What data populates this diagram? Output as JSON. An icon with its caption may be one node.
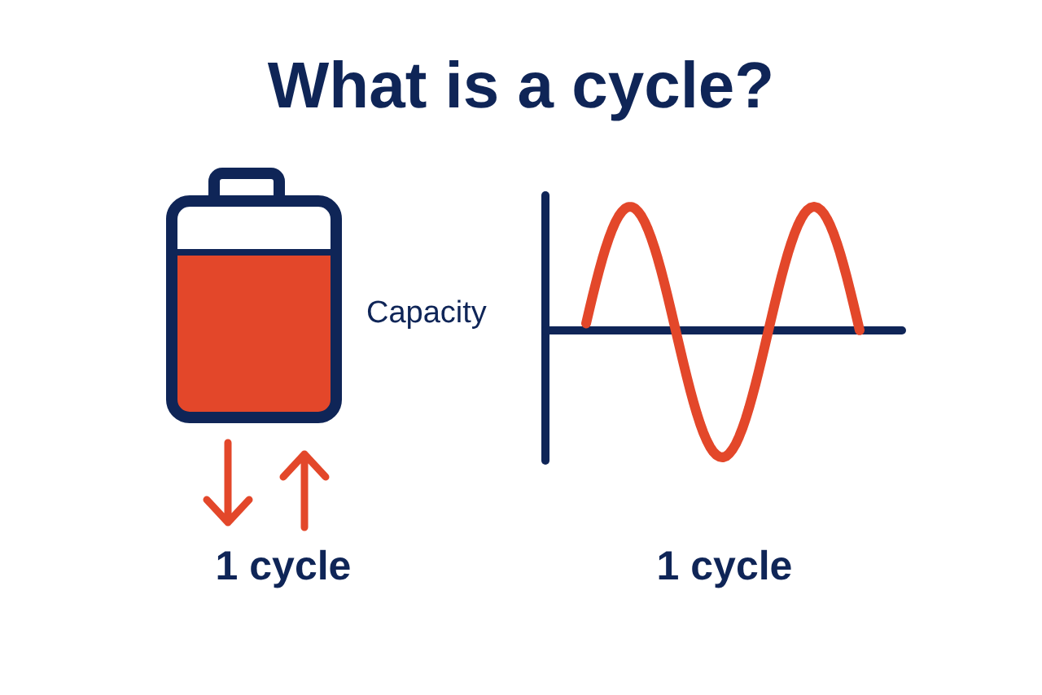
{
  "diagram": {
    "title": "What is a cycle?",
    "labels": [
      "Capacity",
      "1 cycle",
      "1 cycle"
    ]
  }
}
